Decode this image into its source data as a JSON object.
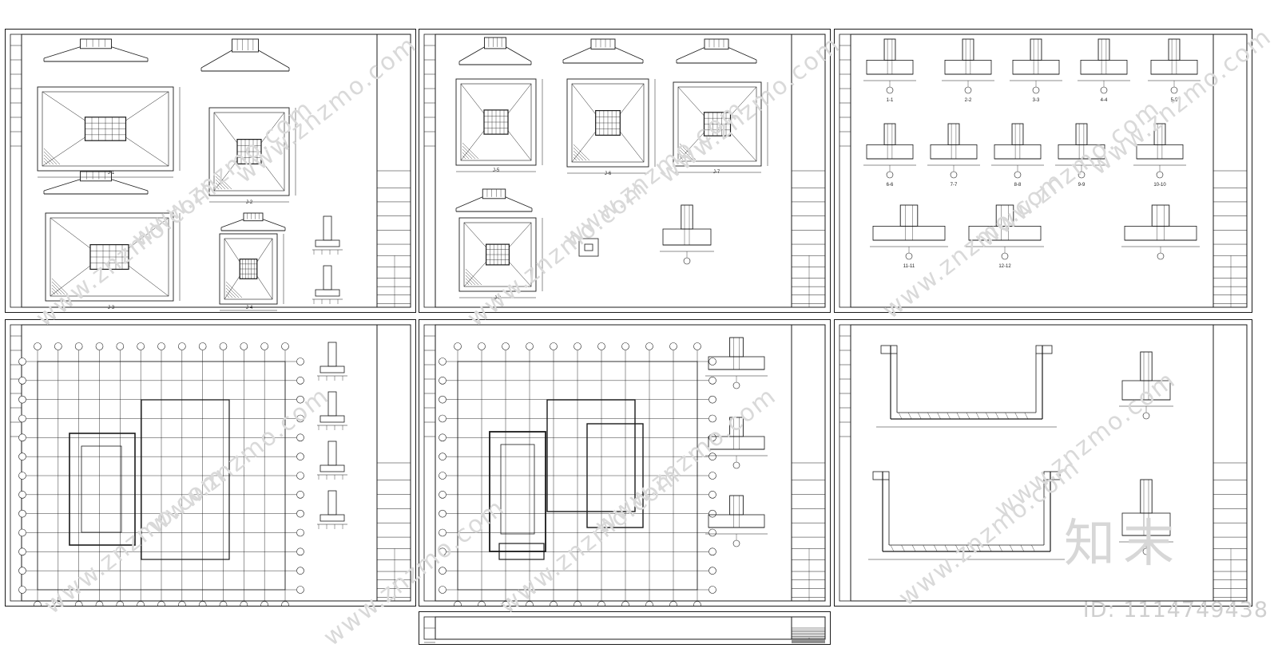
{
  "watermark": {
    "text": "www.znzmo.com",
    "id_label": "ID: 1114749438"
  },
  "sheets": [
    {
      "name": "foundation-details-sheet-1",
      "labels": [
        "J-1",
        "J-2",
        "J-3",
        "J-4"
      ]
    },
    {
      "name": "foundation-details-sheet-2",
      "labels": [
        "J-5",
        "J-6",
        "J-7",
        "J-8"
      ]
    },
    {
      "name": "foundation-sections-sheet",
      "labels": [
        "1-1",
        "2-2",
        "3-3",
        "4-4",
        "5-5",
        "6-6",
        "7-7",
        "8-8",
        "9-9",
        "10-10",
        "11-11",
        "12-12"
      ]
    },
    {
      "name": "foundation-plan-sheet-1",
      "labels": []
    },
    {
      "name": "foundation-plan-sheet-2",
      "labels": []
    },
    {
      "name": "pool-sections-sheet",
      "labels": []
    }
  ],
  "colors": {
    "line": "#1a1a1a",
    "paper": "#ffffff",
    "watermark": "#d9d9d9"
  }
}
